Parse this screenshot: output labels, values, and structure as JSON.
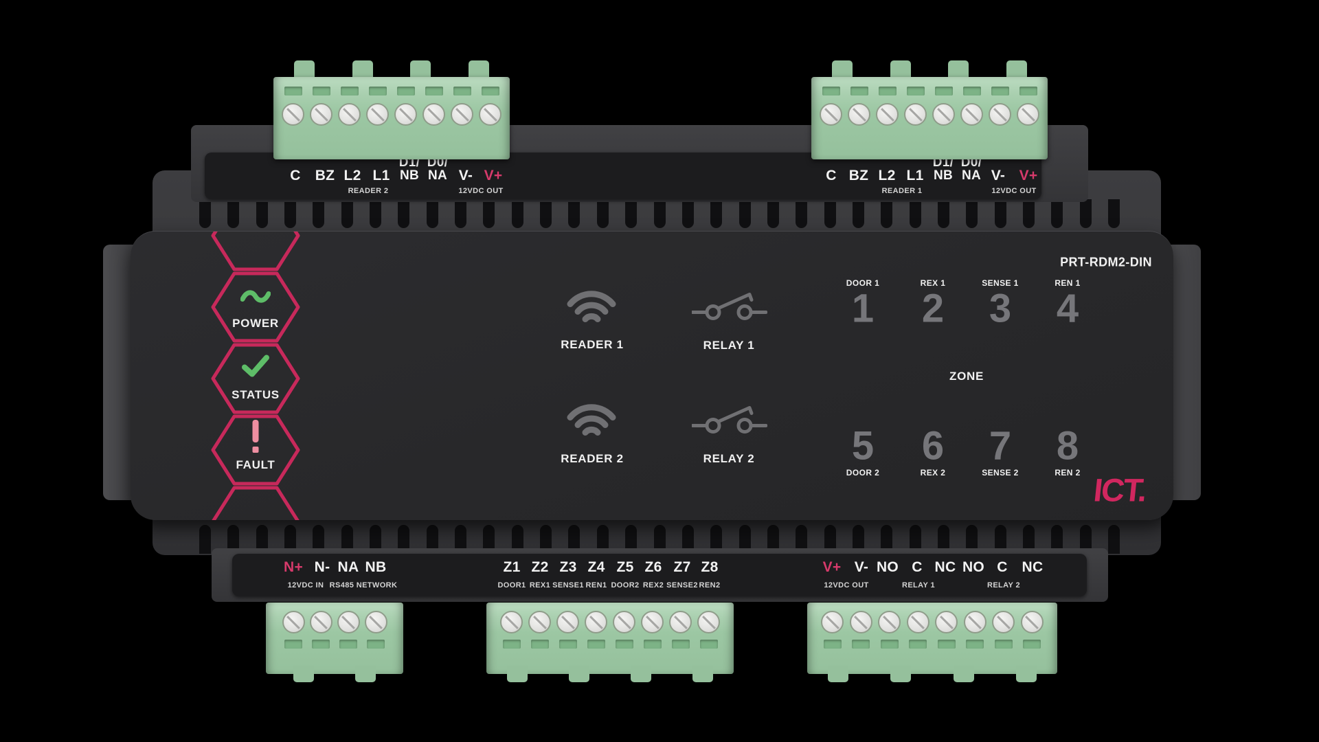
{
  "device": {
    "model": "PRT-RDM2-DIN",
    "brand_logo": "ICT."
  },
  "colors": {
    "accent_magenta": "#d63a6b",
    "hexagon_outline": "#c7295b",
    "logo_crimson": "#d1275f",
    "status_green": "#5ebd68",
    "fault_pink": "#ee8ea1",
    "terminal_block_green": "#9cc7a3"
  },
  "front_panel": {
    "model": "PRT-RDM2-DIN",
    "logo": "ICT.",
    "indicators": [
      {
        "label": "POWER",
        "icon": "sine-wave"
      },
      {
        "label": "STATUS",
        "icon": "check"
      },
      {
        "label": "FAULT",
        "icon": "exclamation"
      }
    ],
    "readers": [
      {
        "label": "READER 1"
      },
      {
        "label": "READER 2"
      }
    ],
    "relays": [
      {
        "label": "RELAY 1"
      },
      {
        "label": "RELAY 2"
      }
    ],
    "zone": {
      "title": "ZONE",
      "top": [
        {
          "number": "1",
          "label": "DOOR 1"
        },
        {
          "number": "2",
          "label": "REX 1"
        },
        {
          "number": "3",
          "label": "SENSE 1"
        },
        {
          "number": "4",
          "label": "REN 1"
        }
      ],
      "bottom": [
        {
          "number": "5",
          "label": "DOOR 2"
        },
        {
          "number": "6",
          "label": "REX 2"
        },
        {
          "number": "7",
          "label": "SENSE 2"
        },
        {
          "number": "8",
          "label": "REN 2"
        }
      ]
    }
  },
  "strips": {
    "top_left": {
      "terminals": [
        {
          "label": "C"
        },
        {
          "label": "BZ"
        },
        {
          "label": "L2"
        },
        {
          "label": "L1"
        },
        {
          "label": "D1/",
          "label2": "NB"
        },
        {
          "label": "D0/",
          "label2": "NA"
        },
        {
          "label": "V-"
        },
        {
          "label": "V+"
        }
      ],
      "groups": [
        {
          "label": "READER 2"
        },
        {
          "label": "12VDC OUT"
        }
      ]
    },
    "top_right": {
      "terminals": [
        {
          "label": "C"
        },
        {
          "label": "BZ"
        },
        {
          "label": "L2"
        },
        {
          "label": "L1"
        },
        {
          "label": "D1/",
          "label2": "NB"
        },
        {
          "label": "D0/",
          "label2": "NA"
        },
        {
          "label": "V-"
        },
        {
          "label": "V+"
        }
      ],
      "groups": [
        {
          "label": "READER 1"
        },
        {
          "label": "12VDC OUT"
        }
      ]
    },
    "bottom_left": {
      "terminals": [
        {
          "label": "N+"
        },
        {
          "label": "N-"
        },
        {
          "label": "NA"
        },
        {
          "label": "NB"
        }
      ],
      "groups": [
        {
          "label": "12VDC IN"
        },
        {
          "label": "RS485 NETWORK"
        }
      ]
    },
    "bottom_middle": {
      "terminals": [
        {
          "label": "Z1",
          "sub": "DOOR1"
        },
        {
          "label": "Z2",
          "sub": "REX1"
        },
        {
          "label": "Z3",
          "sub": "SENSE1"
        },
        {
          "label": "Z4",
          "sub": "REN1"
        },
        {
          "label": "Z5",
          "sub": "DOOR2"
        },
        {
          "label": "Z6",
          "sub": "REX2"
        },
        {
          "label": "Z7",
          "sub": "SENSE2"
        },
        {
          "label": "Z8",
          "sub": "REN2"
        }
      ]
    },
    "bottom_right": {
      "terminals": [
        {
          "label": "V+"
        },
        {
          "label": "V-"
        },
        {
          "label": "NO"
        },
        {
          "label": "C"
        },
        {
          "label": "NC"
        },
        {
          "label": "NO"
        },
        {
          "label": "C"
        },
        {
          "label": "NC"
        }
      ],
      "groups": [
        {
          "label": "12VDC OUT"
        },
        {
          "label": "RELAY 1"
        },
        {
          "label": "RELAY 2"
        }
      ]
    }
  }
}
